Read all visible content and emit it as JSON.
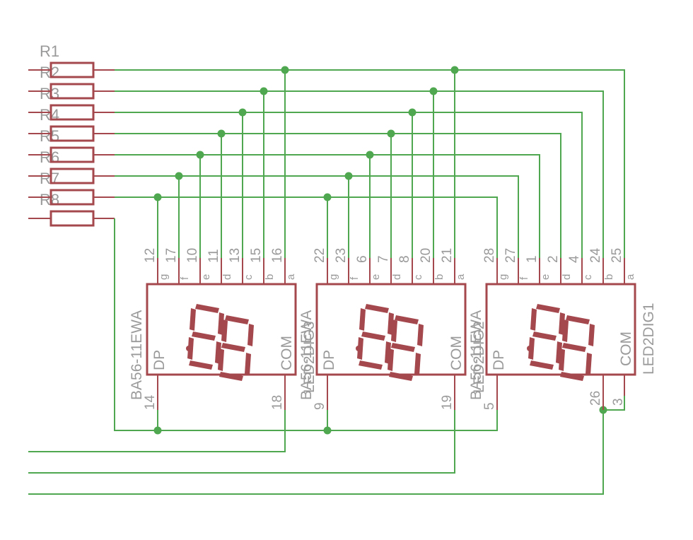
{
  "resistors": [
    {
      "name": "R1"
    },
    {
      "name": "R2"
    },
    {
      "name": "R3"
    },
    {
      "name": "R4"
    },
    {
      "name": "R5"
    },
    {
      "name": "R6"
    },
    {
      "name": "R7"
    },
    {
      "name": "R8"
    }
  ],
  "displays": [
    {
      "name": "BA56-11EWA",
      "value": "LED2DIG3",
      "segment_pins": [
        "12",
        "17",
        "10",
        "11",
        "13",
        "15",
        "16"
      ],
      "segment_labels": [
        "g",
        "f",
        "e",
        "d",
        "c",
        "b",
        "a"
      ],
      "dp_pin": "14",
      "dp_label": "DP",
      "com_pin": "18",
      "com_label": "COM"
    },
    {
      "name": "BA56-11EWA",
      "value": "LED2DIG2",
      "segment_pins": [
        "22",
        "23",
        "6",
        "7",
        "8",
        "20",
        "21"
      ],
      "segment_labels": [
        "g",
        "f",
        "e",
        "d",
        "c",
        "b",
        "a"
      ],
      "dp_pin": "9",
      "dp_label": "DP",
      "com_pin": "19",
      "com_label": "COM"
    },
    {
      "name": "BA56-11EWA",
      "value": "LED2DIG1",
      "segment_pins": [
        "28",
        "27",
        "1",
        "2",
        "4",
        "24",
        "25"
      ],
      "segment_labels": [
        "g",
        "f",
        "e",
        "d",
        "c",
        "b",
        "a"
      ],
      "dp_pin": "5",
      "dp_label": "DP",
      "com_pin": "26",
      "com_label": "COM",
      "extra_pin": "3"
    }
  ],
  "colors": {
    "wire": "#4fa84f",
    "part": "#a5484e",
    "label": "#9a9a9a",
    "background": "#ffffff"
  }
}
